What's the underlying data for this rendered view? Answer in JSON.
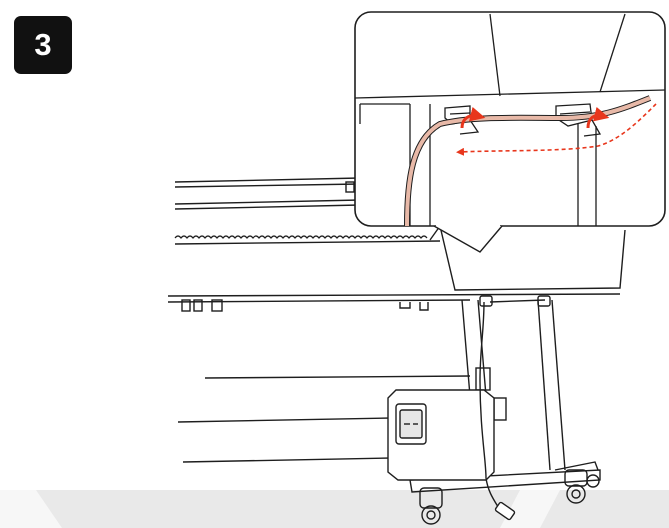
{
  "step": {
    "number": "3"
  },
  "colors": {
    "line": "#1e1e1e",
    "cable": "#e8b9a8",
    "arrow": "#e8361c",
    "floor": "#e9e9e9",
    "badge_bg": "#111111",
    "badge_text": "#ffffff"
  },
  "icons": {
    "route_arrow": "dashed-red-arrow",
    "clamp_arrow": "curved-red-arrow"
  }
}
